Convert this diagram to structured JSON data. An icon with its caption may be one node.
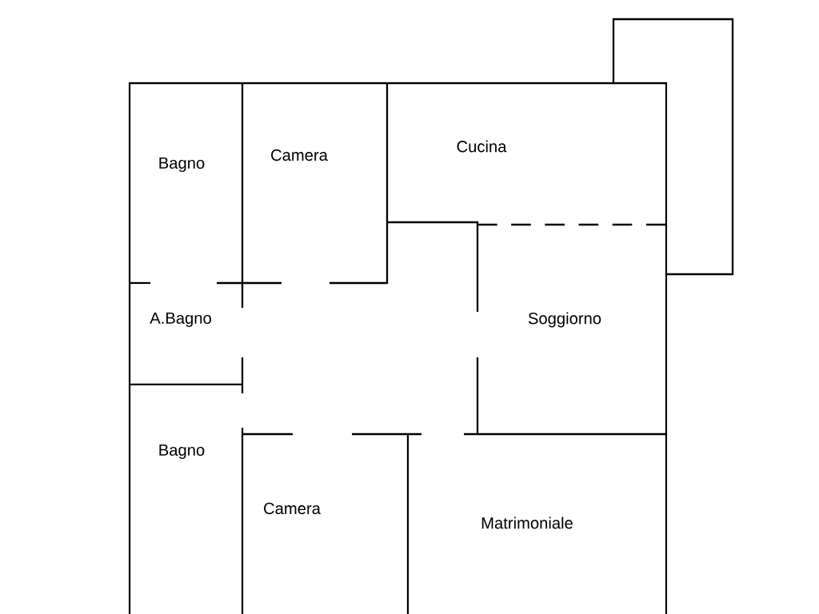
{
  "diagram": {
    "labels": [
      "Bagno",
      "Camera",
      "Cucina",
      "A.Bagno",
      "Soggiorno",
      "Bagno",
      "Camera",
      "Matrimoniale"
    ]
  }
}
